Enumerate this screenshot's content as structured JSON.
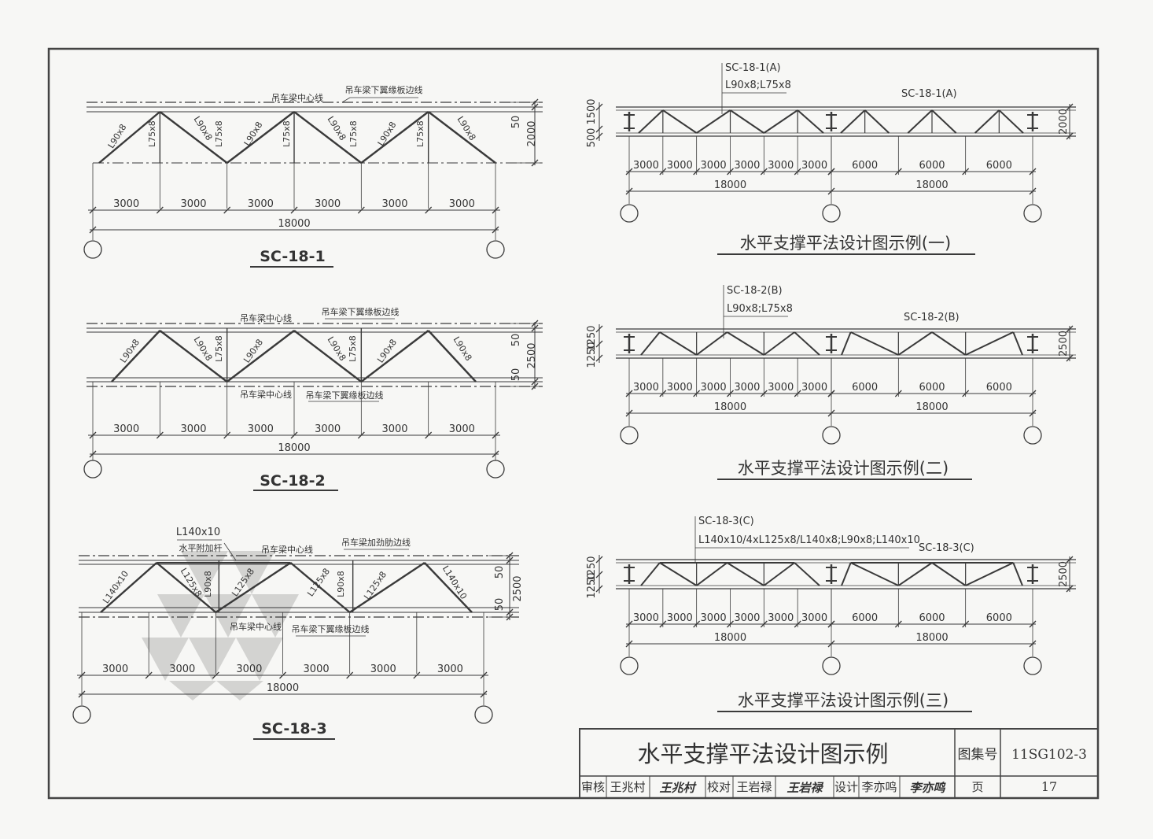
{
  "left": {
    "sc1": {
      "title": "SC-18-1",
      "label_center": "吊车梁中心线",
      "label_flange": "吊车梁下翼缘板边线",
      "members": [
        "L90x8",
        "L75x8",
        "L90x8",
        "L75x8",
        "L90x8",
        "L75x8",
        "L90x8",
        "L75x8",
        "L90x8",
        "L75x8",
        "L90x8"
      ],
      "dim_50": "50",
      "dim_2000": "2000",
      "spans": [
        "3000",
        "3000",
        "3000",
        "3000",
        "3000",
        "3000"
      ],
      "total": "18000"
    },
    "sc2": {
      "title": "SC-18-2",
      "label_center_top": "吊车梁中心线",
      "label_flange_top": "吊车梁下翼缘板边线",
      "label_center_bottom": "吊车梁中心线",
      "label_flange_bottom": "吊车梁下翼缘板边线",
      "members": [
        "L90x8",
        "L90x8",
        "L75x8",
        "L90x8",
        "L90x8",
        "L75x8",
        "L90x8",
        "L90x8"
      ],
      "dim_50_top": "50",
      "dim_50_bottom": "50",
      "dim_2500": "2500",
      "spans": [
        "3000",
        "3000",
        "3000",
        "3000",
        "3000",
        "3000"
      ],
      "total": "18000"
    },
    "sc3": {
      "title": "SC-18-3",
      "member_top": "L140x10",
      "label_horizontal": "水平附加杆",
      "label_center_top": "吊车梁中心线",
      "label_stiffener": "吊车梁加劲肋边线",
      "label_center_bottom": "吊车梁中心线",
      "label_flange_bottom": "吊车梁下翼缘板边线",
      "members": [
        "L140x10",
        "L125x8",
        "L90x8",
        "L125x8",
        "L125x8",
        "L90x8",
        "L125x8",
        "L140x10"
      ],
      "dim_50_top": "50",
      "dim_50_bottom": "50",
      "dim_2500": "2500",
      "spans": [
        "3000",
        "3000",
        "3000",
        "3000",
        "3000",
        "3000"
      ],
      "total": "18000"
    }
  },
  "right": {
    "ex1": {
      "caption": "水平支撑平法设计图示例(一)",
      "callout_name": "SC-18-1(A)",
      "callout_members": "L90x8;L75x8",
      "label_right": "SC-18-1(A)",
      "dim_left_top": "1500",
      "dim_left_bottom": "500",
      "dim_right": "2000",
      "spans_left": [
        "3000",
        "3000",
        "3000",
        "3000",
        "3000",
        "3000"
      ],
      "spans_right": [
        "6000",
        "6000",
        "6000"
      ],
      "total_left": "18000",
      "total_right": "18000"
    },
    "ex2": {
      "caption": "水平支撑平法设计图示例(二)",
      "callout_name": "SC-18-2(B)",
      "callout_members": "L90x8;L75x8",
      "label_right": "SC-18-2(B)",
      "dim_left_top": "1250",
      "dim_left_bottom": "1250",
      "dim_right": "2500",
      "spans_left": [
        "3000",
        "3000",
        "3000",
        "3000",
        "3000",
        "3000"
      ],
      "spans_right": [
        "6000",
        "6000",
        "6000"
      ],
      "total_left": "18000",
      "total_right": "18000"
    },
    "ex3": {
      "caption": "水平支撑平法设计图示例(三)",
      "callout_name": "SC-18-3(C)",
      "callout_members": "L140x10/4xL125x8/L140x8;L90x8;L140x10",
      "label_right": "SC-18-3(C)",
      "dim_left_top": "1250",
      "dim_left_bottom": "1250",
      "dim_right": "2500",
      "spans_left": [
        "3000",
        "3000",
        "3000",
        "3000",
        "3000",
        "3000"
      ],
      "spans_right": [
        "6000",
        "6000",
        "6000"
      ],
      "total_left": "18000",
      "total_right": "18000"
    }
  },
  "title_block": {
    "title": "水平支撑平法设计图示例",
    "atlas_label": "图集号",
    "atlas_no": "11SG102-3",
    "review_label": "审核",
    "review_name": "王兆村",
    "check_label": "校对",
    "check_name": "王岩禄",
    "design_label": "设计",
    "design_name": "李亦鸣",
    "page_label": "页",
    "page_no": "17",
    "signature_review": "王兆村",
    "signature_check": "王岩禄",
    "signature_design": "李亦鸣"
  }
}
